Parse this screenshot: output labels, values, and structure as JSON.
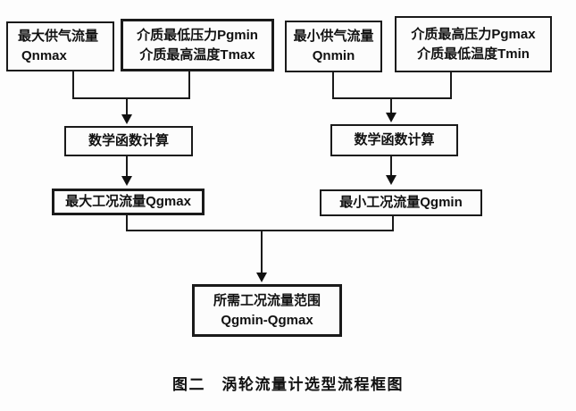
{
  "flowchart": {
    "boxes": {
      "max_supply_flow": {
        "line1": "最大供气流量",
        "line2": "Qnmax"
      },
      "min_pressure_max_temp": {
        "line1": "介质最低压力Pgmin",
        "line2": "介质最高温度Tmax"
      },
      "min_supply_flow": {
        "line1": "最小供气流量",
        "line2": "Qnmin"
      },
      "max_pressure_min_temp": {
        "line1": "介质最高压力Pgmax",
        "line2": "介质最低温度Tmin"
      },
      "math_calc_left": {
        "label": "数学函数计算"
      },
      "math_calc_right": {
        "label": "数学函数计算"
      },
      "max_working_flow": {
        "label": "最大工况流量Qgmax"
      },
      "min_working_flow": {
        "label": "最小工况流量Qgmin"
      },
      "required_flow_range": {
        "line1": "所需工况流量范围",
        "line2": "Qgmin-Qgmax"
      }
    },
    "caption": "图二　涡轮流量计选型流程框图",
    "colors": {
      "line": "#1a1a1a",
      "text": "#111111",
      "background": "#fdfdfd"
    }
  }
}
